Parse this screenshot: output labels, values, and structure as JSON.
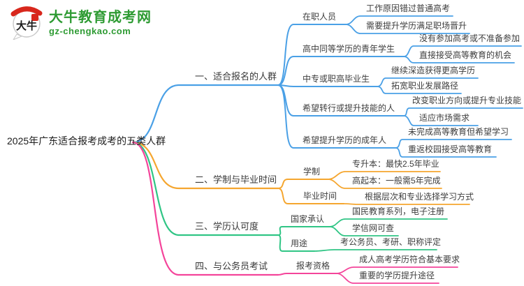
{
  "logo": {
    "title": "大牛教育成考网",
    "domain": "gz-chengkao.com",
    "icon_text": "大牛",
    "brand_green": "#2e9b33",
    "brand_red": "#d8271c"
  },
  "root": {
    "label": "2025年广东适合报考成考的五类人群"
  },
  "branches": [
    {
      "label": "一、适合报名的人群",
      "color": "#4aa0e6",
      "children": [
        {
          "label": "在职人员",
          "leaves": [
            "工作原因错过普通高考",
            "需要提升学历满足职场晋升"
          ]
        },
        {
          "label": "高中同等学历的青年学生",
          "leaves": [
            "没有参加高考或不准备参加",
            "直接接受高等教育的机会"
          ]
        },
        {
          "label": "中专或职高毕业生",
          "leaves": [
            "继续深造获得更高学历",
            "拓宽职业发展路径"
          ]
        },
        {
          "label": "希望转行或提升技能的人",
          "leaves": [
            "改变职业方向或提升专业技能",
            "适应市场需求"
          ]
        },
        {
          "label": "希望提升学历的成年人",
          "leaves": [
            "未完成高等教育但希望学习",
            "重返校园接受高等教育"
          ]
        }
      ]
    },
    {
      "label": "二、学制与毕业时间",
      "color": "#f5a62f",
      "children": [
        {
          "label": "学制",
          "leaves": [
            "专升本：最快2.5年毕业",
            "高起本：一般需5年完成"
          ]
        },
        {
          "label": "毕业时间",
          "leaves": [
            "根据层次和专业选择学习方式"
          ]
        }
      ]
    },
    {
      "label": "三、学历认可度",
      "color": "#30c585",
      "children": [
        {
          "label": "国家承认",
          "leaves": [
            "国民教育系列，电子注册",
            "学信网可查"
          ]
        },
        {
          "label": "用途",
          "leaves": [
            "考公务员、考研、职称评定"
          ]
        }
      ]
    },
    {
      "label": "四、与公务员考试",
      "color": "#f4449a",
      "children": [
        {
          "label": "报考资格",
          "leaves": [
            "成人高考学历符合基本要求",
            "重要的学历提升途径"
          ]
        }
      ]
    }
  ]
}
